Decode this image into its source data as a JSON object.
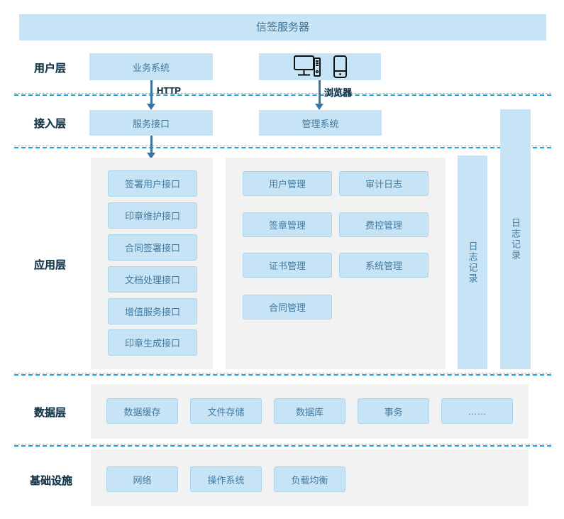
{
  "title": "信签服务器",
  "layer_labels": {
    "user": "用户层",
    "access": "接入层",
    "app": "应用层",
    "data": "数据层",
    "infra": "基础设施"
  },
  "user_layer": {
    "business_system": "业务系统",
    "device_icons": [
      "desktop-icon",
      "smartphone-icon"
    ]
  },
  "connectors": {
    "http": "HTTP",
    "browser": "浏览器"
  },
  "access_layer": {
    "service_interface": "服务接口",
    "management_system": "管理系统"
  },
  "app_layer": {
    "interfaces": [
      "签署用户接口",
      "印章维护接口",
      "合同签署接口",
      "文档处理接口",
      "增值服务接口",
      "印章生成接口"
    ],
    "modules": [
      "用户管理",
      "审计日志",
      "签章管理",
      "费控管理",
      "证书管理",
      "系统管理",
      "合同管理"
    ],
    "log_bar_inner": "日志记录",
    "log_bar_outer": "日志记录"
  },
  "data_layer": {
    "items": [
      "数据缓存",
      "文件存储",
      "数据库",
      "事务",
      "……"
    ]
  },
  "infra_layer": {
    "items": [
      "网络",
      "操作系统",
      "负载均衡"
    ]
  },
  "colors": {
    "box_fill": "#c6e4f6",
    "box_border": "#a9d4ec",
    "panel_gray": "#f2f2f2",
    "dash_blue": "#29abe2",
    "arrow_blue": "#3a74a3",
    "text_blue": "#447a9e",
    "label_dark": "#17384c"
  }
}
